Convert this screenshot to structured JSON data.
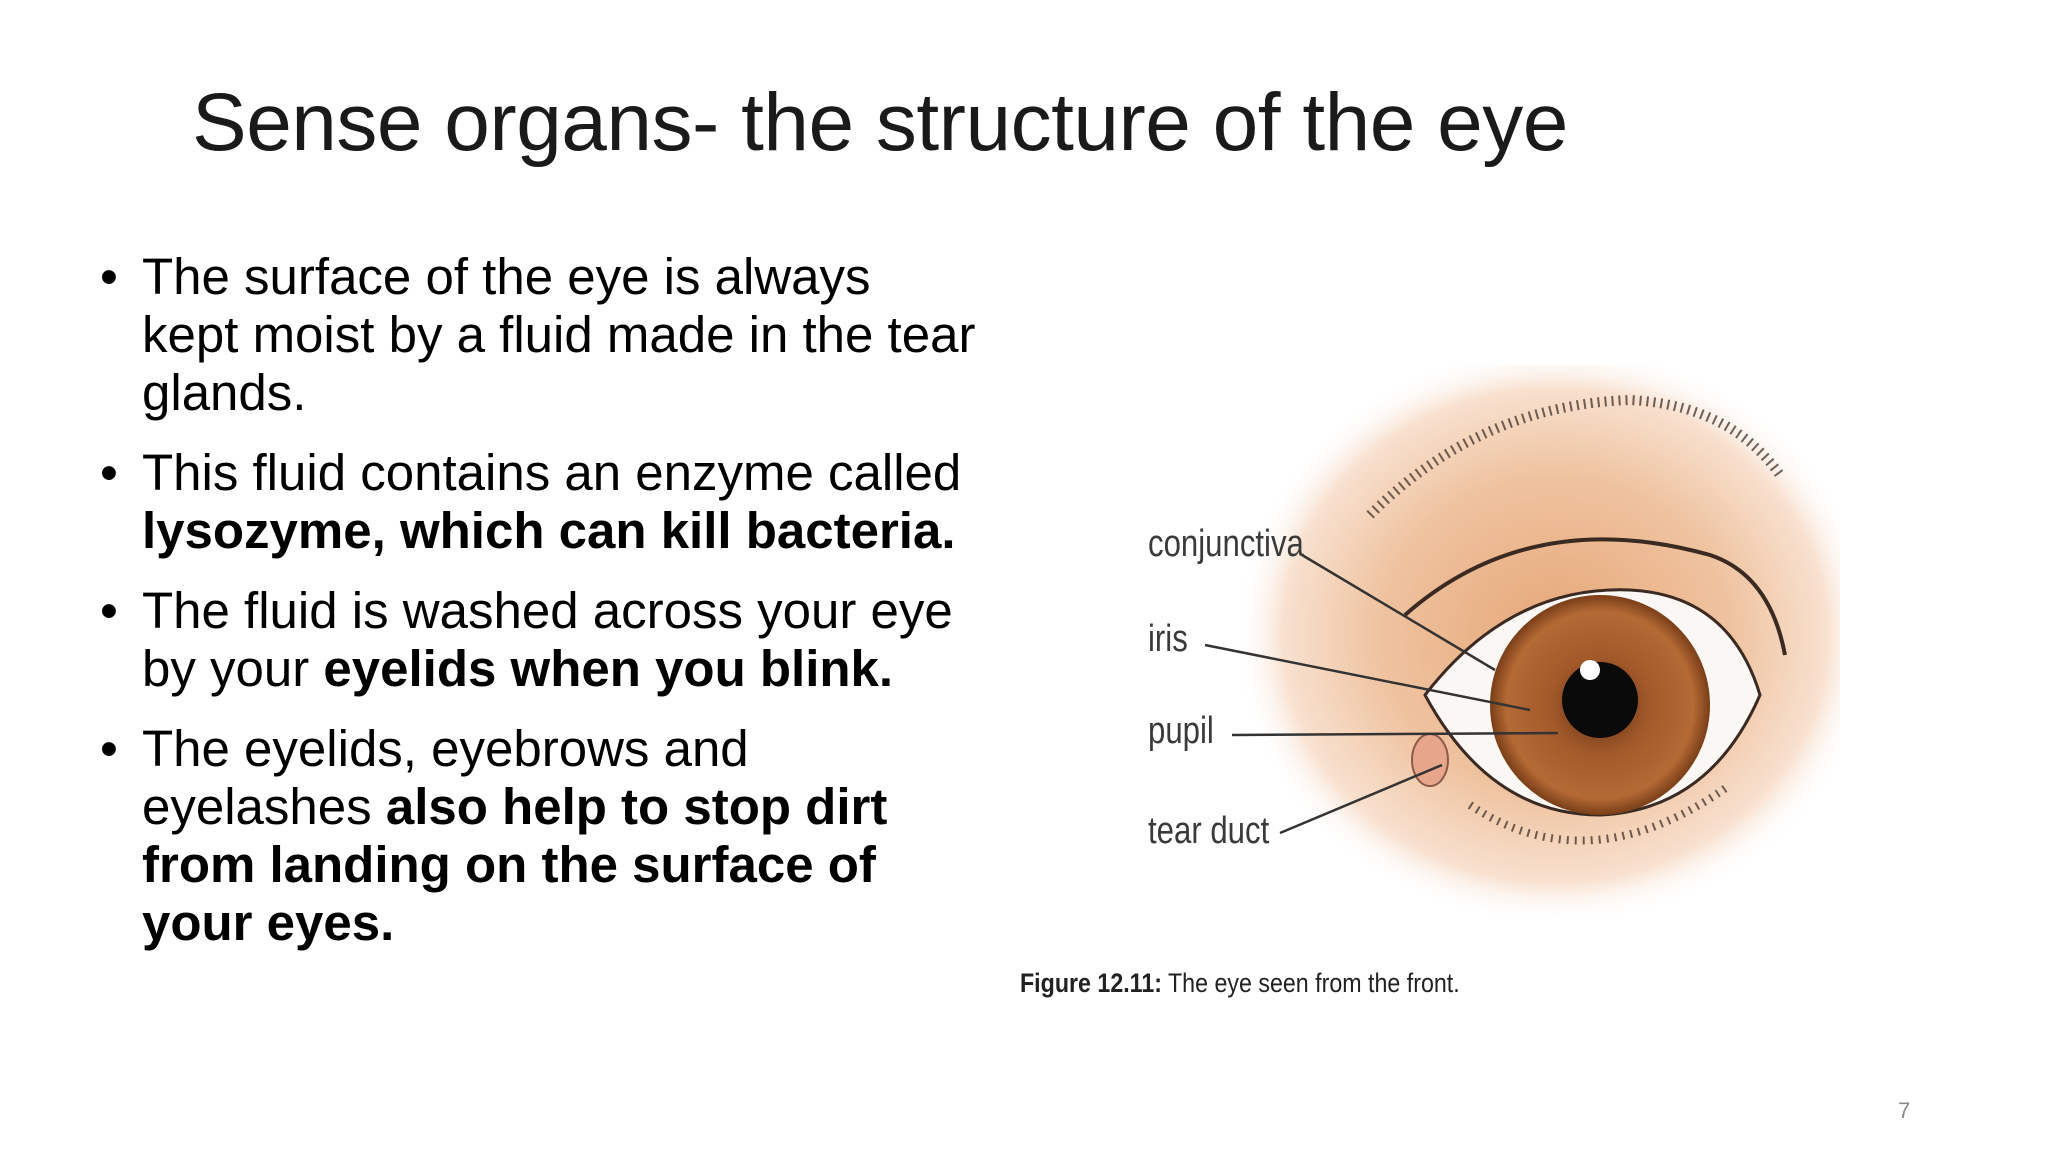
{
  "slide": {
    "title": "Sense organs- the structure of the eye",
    "bullets": [
      {
        "parts": [
          {
            "text": "The surface of the eye is always kept moist by a fluid made in the tear glands.",
            "bold": false
          }
        ]
      },
      {
        "parts": [
          {
            "text": "This fluid contains an enzyme called ",
            "bold": false
          },
          {
            "text": "lysozyme, which can kill bacteria.",
            "bold": true
          }
        ]
      },
      {
        "parts": [
          {
            "text": "The fluid is washed across your eye by your ",
            "bold": false
          },
          {
            "text": "eyelids when you blink.",
            "bold": true
          }
        ]
      },
      {
        "parts": [
          {
            "text": " The eyelids, eyebrows and eyelashes ",
            "bold": false
          },
          {
            "text": "also help to stop dirt from landing on the surface of your eyes.",
            "bold": true
          }
        ]
      }
    ],
    "bullet_symbol": "•",
    "figure": {
      "labels": {
        "conjunctiva": "conjunctiva",
        "iris": "iris",
        "pupil": "pupil",
        "tear_duct": "tear duct"
      },
      "caption_bold": "Figure 12.11:",
      "caption_text": " The eye seen from the front."
    },
    "page_number": "7"
  }
}
